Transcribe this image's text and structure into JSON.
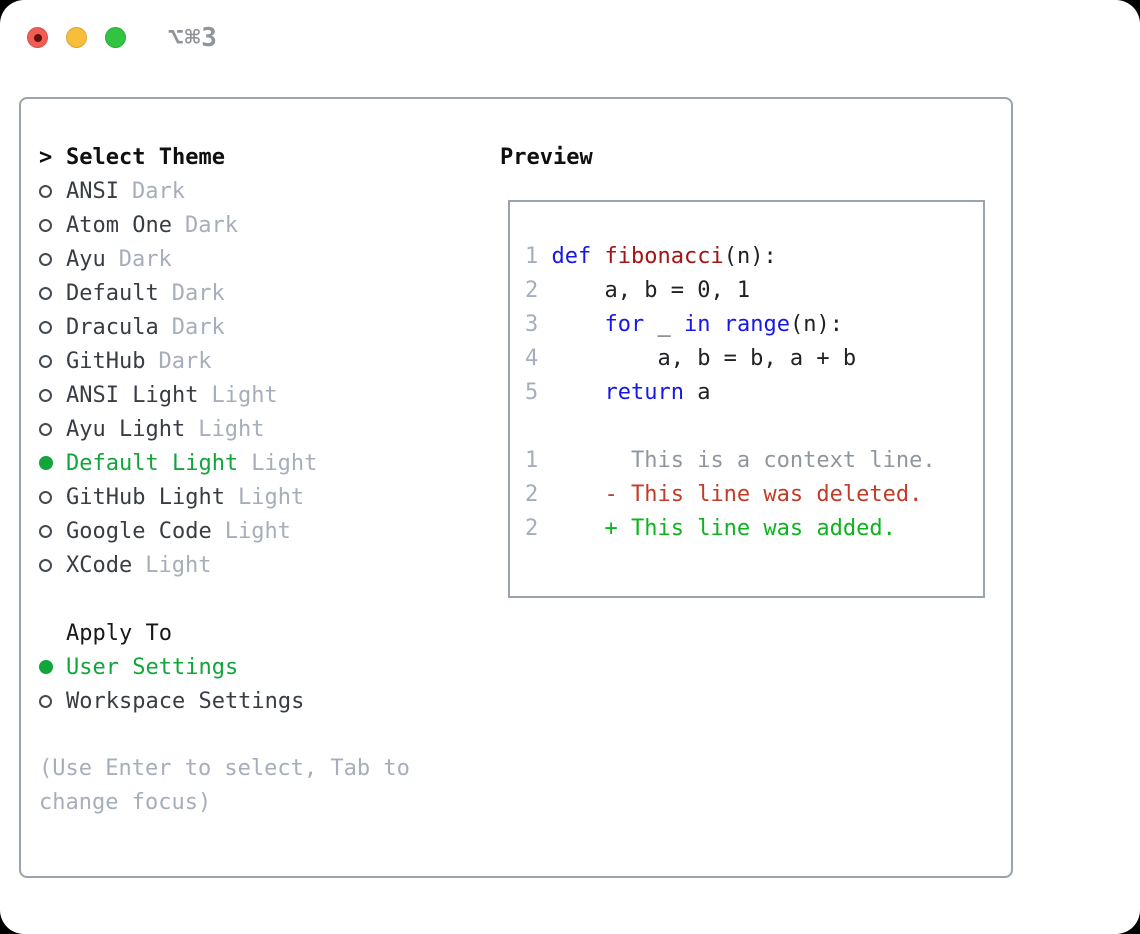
{
  "window": {
    "title": "⌥⌘3",
    "traffic_lights": [
      {
        "name": "close-button",
        "color": "#f25c52",
        "active_dot": true
      },
      {
        "name": "minimize-button",
        "color": "#f8bd3b",
        "active_dot": false
      },
      {
        "name": "zoom-button",
        "color": "#32c343",
        "active_dot": false
      }
    ]
  },
  "theme_panel": {
    "prompt": ">",
    "title": "Select Theme",
    "items": [
      {
        "name": "ANSI",
        "tag": "Dark",
        "selected": false
      },
      {
        "name": "Atom One",
        "tag": "Dark",
        "selected": false
      },
      {
        "name": "Ayu",
        "tag": "Dark",
        "selected": false
      },
      {
        "name": "Default",
        "tag": "Dark",
        "selected": false
      },
      {
        "name": "Dracula",
        "tag": "Dark",
        "selected": false
      },
      {
        "name": "GitHub",
        "tag": "Dark",
        "selected": false
      },
      {
        "name": "ANSI Light",
        "tag": "Light",
        "selected": false
      },
      {
        "name": "Ayu Light",
        "tag": "Light",
        "selected": false
      },
      {
        "name": "Default Light",
        "tag": "Light",
        "selected": true
      },
      {
        "name": "GitHub Light",
        "tag": "Light",
        "selected": false
      },
      {
        "name": "Google Code",
        "tag": "Light",
        "selected": false
      },
      {
        "name": "XCode",
        "tag": "Light",
        "selected": false
      }
    ],
    "apply_to": {
      "title": "Apply To",
      "options": [
        {
          "name": "User Settings",
          "selected": true
        },
        {
          "name": "Workspace Settings",
          "selected": false
        }
      ]
    },
    "hint": "(Use Enter to select, Tab to change focus)"
  },
  "preview": {
    "title": "Preview",
    "code_lines": [
      {
        "tokens": [
          {
            "t": "1 ",
            "c": "num"
          },
          {
            "t": "def",
            "c": "kw"
          },
          {
            "t": " ",
            "c": "plain"
          },
          {
            "t": "fibonacci",
            "c": "fn"
          },
          {
            "t": "(n):",
            "c": "plain"
          }
        ]
      },
      {
        "tokens": [
          {
            "t": "2 ",
            "c": "num"
          },
          {
            "t": "    a, b = 0, 1",
            "c": "plain"
          }
        ]
      },
      {
        "tokens": [
          {
            "t": "3 ",
            "c": "num"
          },
          {
            "t": "    ",
            "c": "plain"
          },
          {
            "t": "for",
            "c": "kw"
          },
          {
            "t": " _ ",
            "c": "plain"
          },
          {
            "t": "in",
            "c": "kw"
          },
          {
            "t": " ",
            "c": "plain"
          },
          {
            "t": "range",
            "c": "kw"
          },
          {
            "t": "(n):",
            "c": "plain"
          }
        ]
      },
      {
        "tokens": [
          {
            "t": "4 ",
            "c": "num"
          },
          {
            "t": "        a, b = b, a + b",
            "c": "plain"
          }
        ]
      },
      {
        "tokens": [
          {
            "t": "5 ",
            "c": "num"
          },
          {
            "t": "    ",
            "c": "plain"
          },
          {
            "t": "return",
            "c": "kw"
          },
          {
            "t": " a",
            "c": "plain"
          }
        ]
      },
      {
        "tokens": []
      },
      {
        "tokens": [
          {
            "t": "1 ",
            "c": "num"
          },
          {
            "t": "      This is a context line.",
            "c": "ctx"
          }
        ]
      },
      {
        "tokens": [
          {
            "t": "2 ",
            "c": "num"
          },
          {
            "t": "    - This line was deleted.",
            "c": "del"
          }
        ]
      },
      {
        "tokens": [
          {
            "t": "2 ",
            "c": "num"
          },
          {
            "t": "    + This line was added.",
            "c": "add"
          }
        ]
      }
    ]
  },
  "colors": {
    "panel_border": "#9aa3ae",
    "selection_green": "#12a53c",
    "keyword_blue": "#1717e8",
    "function_red": "#a31515",
    "deleted_red": "#c23b28",
    "added_green": "#0db41e",
    "context_gray": "#8f979e",
    "line_number_gray": "#a4aebc",
    "tag_gray": "#a6aebb",
    "text_dark": "#383d44",
    "traffic_red": "#f25c52",
    "traffic_yellow": "#f8bd3b",
    "traffic_green": "#32c343"
  }
}
